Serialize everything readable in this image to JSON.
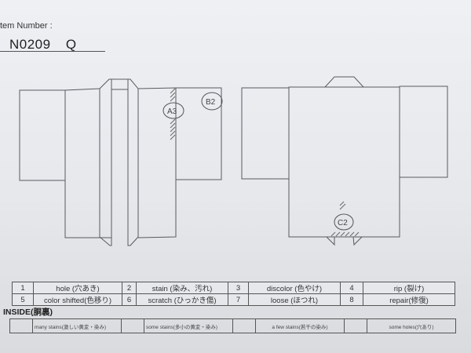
{
  "header": {
    "item_number_label": "tem Number :",
    "item_number_value": "N0209 Q"
  },
  "diagrams": {
    "front": {
      "annotations": [
        {
          "label": "A3",
          "type": "circled-code",
          "position": "front-right-body-seam"
        },
        {
          "label": "B2",
          "type": "circled-code",
          "position": "front-right-sleeve"
        }
      ]
    },
    "back": {
      "annotations": [
        {
          "label": "C2",
          "type": "circled-code",
          "position": "back-hem-center"
        }
      ]
    },
    "line_color": "#555555",
    "hatch_color": "#666666"
  },
  "legend": {
    "rows": [
      [
        {
          "num": "1",
          "label": "hole (穴あき)"
        },
        {
          "num": "2",
          "label": "stain (染み、汚れ)"
        },
        {
          "num": "3",
          "label": "discolor (色やけ)"
        },
        {
          "num": "4",
          "label": "rip (裂け)"
        }
      ],
      [
        {
          "num": "5",
          "label": "color shifted(色移り)"
        },
        {
          "num": "6",
          "label": "scratch (ひっかき傷)"
        },
        {
          "num": "7",
          "label": "loose (ほつれ)"
        },
        {
          "num": "8",
          "label": "repair(修復)"
        }
      ]
    ]
  },
  "inside": {
    "title": "INSIDE(胴裏)",
    "options": [
      {
        "checkbox": "",
        "label": "many stains(激しい黄変・染み)"
      },
      {
        "checkbox": "",
        "label": "some stains(多小の黄変・染み)"
      },
      {
        "checkbox": "",
        "label": "a few stains(若干の染み)"
      },
      {
        "checkbox": "",
        "label": "some holes(穴あり)"
      }
    ]
  }
}
